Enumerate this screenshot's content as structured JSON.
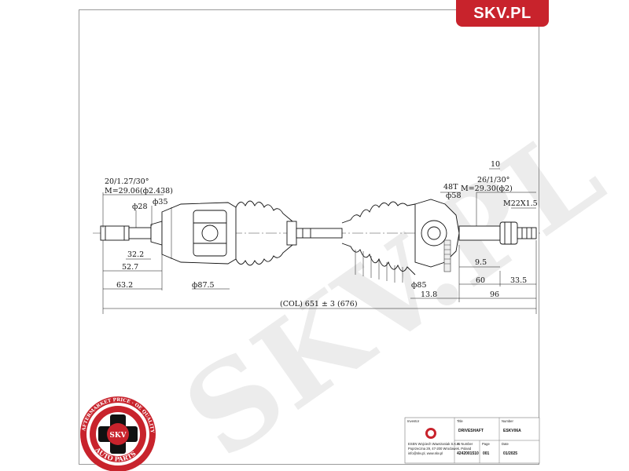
{
  "brand": {
    "tab_label": "SKV.PL",
    "watermark": "SKV.PL",
    "badge_center": "SKV",
    "badge_ring_top": "AFTERMARKET PRICE · OE QUALITY",
    "badge_ring_bottom": "AUTO PARTS"
  },
  "dimensions": {
    "left_spline": "20/1.27/30°",
    "left_m": "M=29.06(ф2.438)",
    "left_d28": "ф28",
    "left_d35": "ф35",
    "len_32_2": "32.2",
    "len_52_7": "52.7",
    "len_63_2": "63.2",
    "boot_d87_5": "ф87.5",
    "total_len": "(COL) 651 ± 3 (676)",
    "top_10": "10",
    "right_spline": "26/1/30°",
    "right_m": "M=29.30(ф2)",
    "abs_48t": "48T",
    "right_d58": "ф58",
    "thread": "M22X1.5",
    "len_9_5": "9.5",
    "d85": "ф85",
    "len_60": "60",
    "len_33_5": "33.5",
    "len_13_8": "13.8",
    "len_96": "96"
  },
  "title_block": {
    "company_header": "Inventor",
    "company_lines": [
      "ESEN Wojciech Wawrzaniak S.K.A.",
      "Poprzeczna 29, 47-200 Wroclawek, Poland",
      "info@skv.pl, www.skv.pl"
    ],
    "title_header": "Title",
    "title_value": "DRIVESHAFT",
    "number_header": "Number",
    "number_value": "ESKV06A",
    "drawing_header": "ID Number",
    "drawing_value": "4242001510",
    "sheet_header": "Page",
    "sheet_value": "001",
    "date_header": "Date",
    "date_value": "01/2025"
  }
}
